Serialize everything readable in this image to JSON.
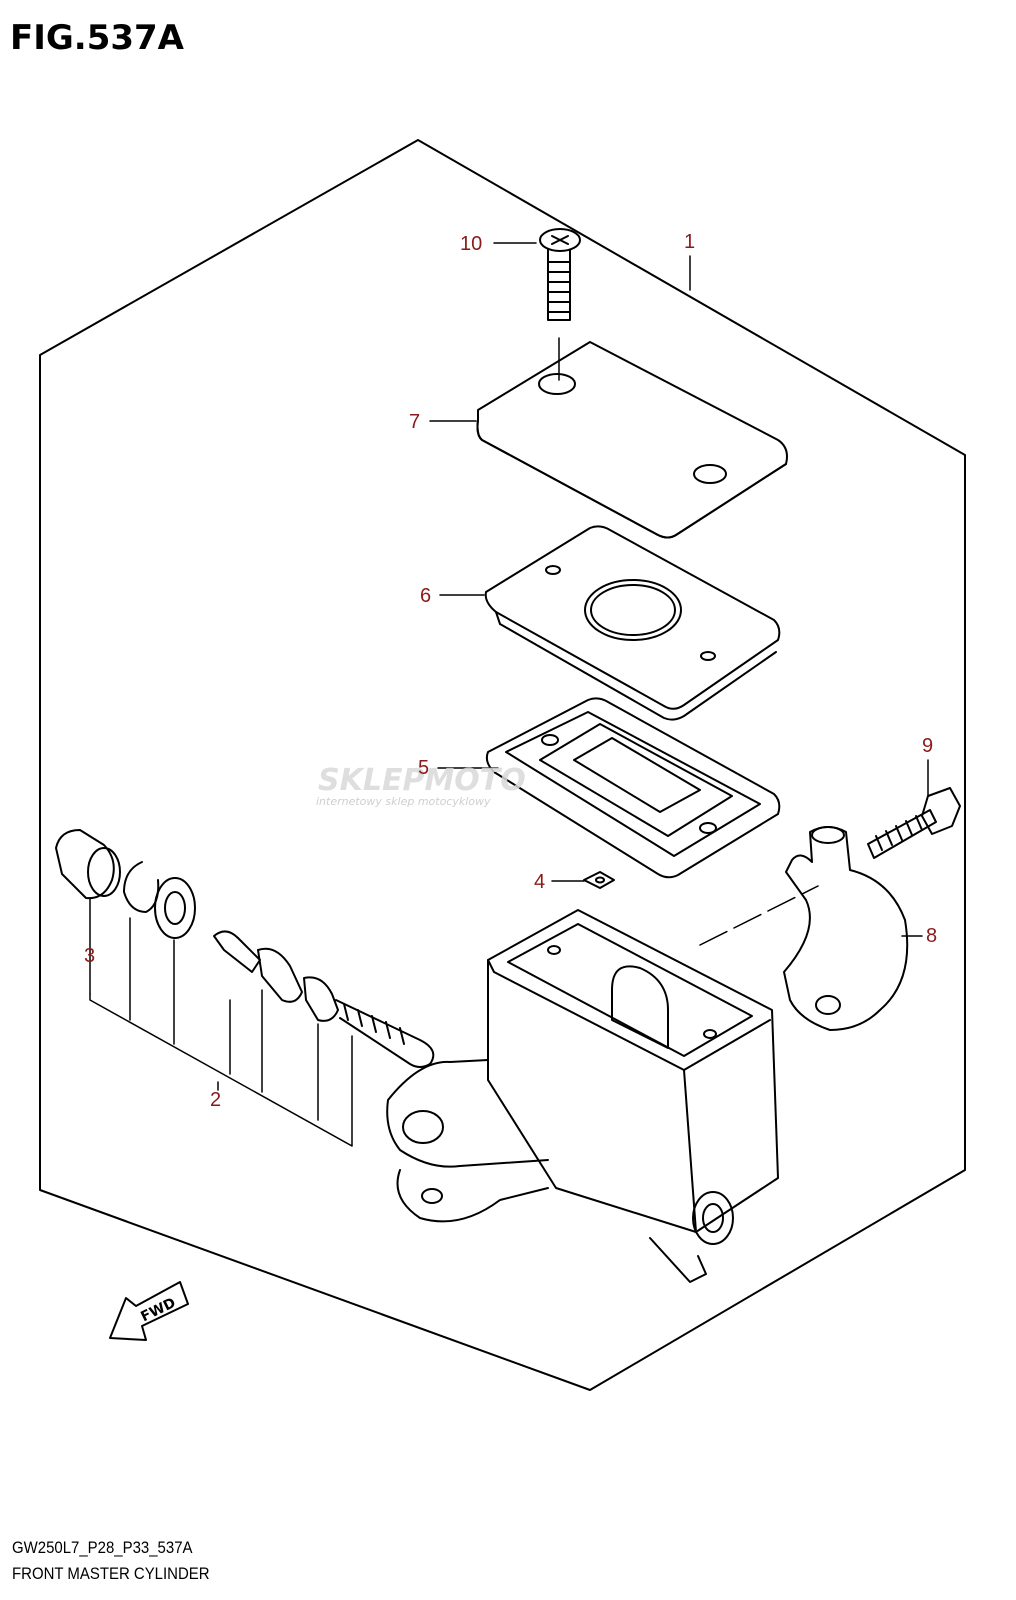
{
  "figure": {
    "title": "FIG.537A",
    "footer_code": "GW250L7_P28_P33_537A",
    "footer_name": "FRONT MASTER CYLINDER"
  },
  "callouts": [
    {
      "id": "1",
      "label": "1"
    },
    {
      "id": "2",
      "label": "2"
    },
    {
      "id": "3",
      "label": "3"
    },
    {
      "id": "4",
      "label": "4"
    },
    {
      "id": "5",
      "label": "5"
    },
    {
      "id": "6",
      "label": "6"
    },
    {
      "id": "7",
      "label": "7"
    },
    {
      "id": "8",
      "label": "8"
    },
    {
      "id": "9",
      "label": "9"
    },
    {
      "id": "10",
      "label": "10"
    }
  ],
  "fwd_arrow_label": "FWD",
  "watermark": {
    "brand": "SKLEPMOTO",
    "tagline": "internetowy sklep motocyklowy"
  },
  "colors": {
    "callout": "#8b1a1a",
    "line": "#000000",
    "watermark": "#d9d9d9"
  }
}
